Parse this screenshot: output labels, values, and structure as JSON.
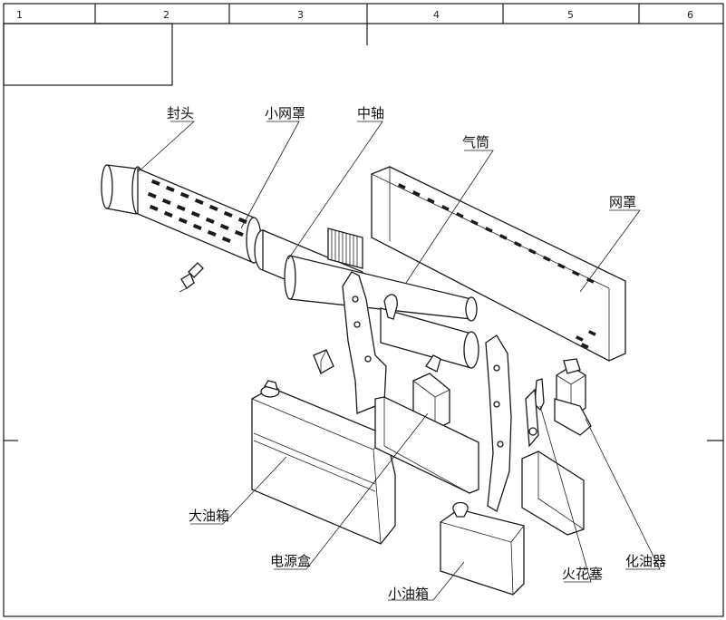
{
  "border": {
    "columns": [
      "1",
      "2",
      "3",
      "4",
      "5",
      "6"
    ]
  },
  "labels": {
    "end_cap": "封头",
    "small_mesh_cover": "小网罩",
    "center_shaft": "中轴",
    "air_cylinder": "气筒",
    "mesh_cover": "网罩",
    "large_fuel_tank": "大油箱",
    "power_box": "电源盒",
    "small_fuel_tank": "小油箱",
    "spark_plug": "火花塞",
    "carburetor": "化油器"
  }
}
